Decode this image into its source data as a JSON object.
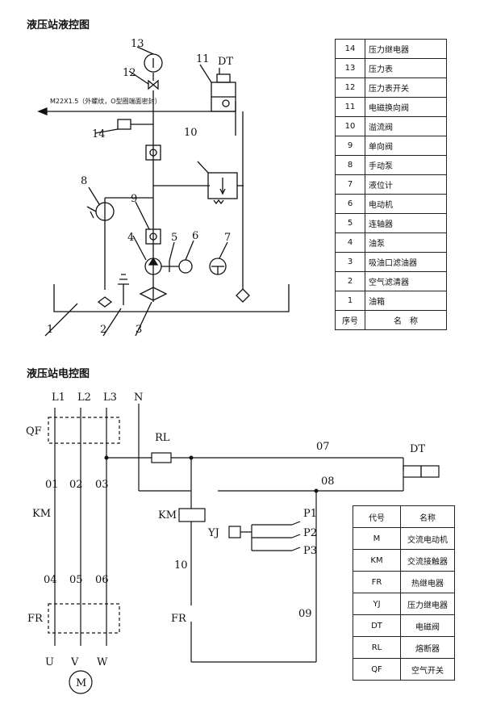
{
  "hydraulic": {
    "title": "液压站液控图",
    "port_label": "M22X1.5（外螺纹，O型圈端面密封）",
    "dt_label": "DT",
    "callouts": [
      "1",
      "2",
      "3",
      "4",
      "5",
      "6",
      "7",
      "8",
      "9",
      "10",
      "11",
      "12",
      "13",
      "14"
    ],
    "legend": {
      "rows": [
        {
          "no": "14",
          "name": "压力继电器"
        },
        {
          "no": "13",
          "name": "压力表"
        },
        {
          "no": "12",
          "name": "压力表开关"
        },
        {
          "no": "11",
          "name": "电磁换向阀"
        },
        {
          "no": "10",
          "name": "溢流阀"
        },
        {
          "no": "9",
          "name": "单向阀"
        },
        {
          "no": "8",
          "name": "手动泵"
        },
        {
          "no": "7",
          "name": "液位计"
        },
        {
          "no": "6",
          "name": "电动机"
        },
        {
          "no": "5",
          "name": "连轴器"
        },
        {
          "no": "4",
          "name": "油泵"
        },
        {
          "no": "3",
          "name": "吸油口滤油器"
        },
        {
          "no": "2",
          "name": "空气滤清器"
        },
        {
          "no": "1",
          "name": "油箱"
        }
      ],
      "footer": {
        "no": "序号",
        "name": "名　称"
      }
    }
  },
  "electrical": {
    "title": "液压站电控图",
    "labels": {
      "L1": "L1",
      "L2": "L2",
      "L3": "L3",
      "N": "N",
      "QF": "QF",
      "KM_left": "KM",
      "FR_left": "FR",
      "w01": "01",
      "w02": "02",
      "w03": "03",
      "w04": "04",
      "w05": "05",
      "w06": "06",
      "U": "U",
      "V": "V",
      "W": "W",
      "RL": "RL",
      "w07": "07",
      "w08": "08",
      "DT": "DT",
      "KM_coil": "KM",
      "YJ": "YJ",
      "P1": "P1",
      "P2": "P2",
      "P3": "P3",
      "w10": "10",
      "FR_contact": "FR",
      "w09": "09",
      "motor": "M"
    },
    "code_table": {
      "header": {
        "code": "代号",
        "name": "名称"
      },
      "rows": [
        {
          "code": "M",
          "name": "交流电动机"
        },
        {
          "code": "KM",
          "name": "交流接触器"
        },
        {
          "code": "FR",
          "name": "热继电器"
        },
        {
          "code": "YJ",
          "name": "压力继电器"
        },
        {
          "code": "DT",
          "name": "电磁阀"
        },
        {
          "code": "RL",
          "name": "熔断器"
        },
        {
          "code": "QF",
          "name": "空气开关"
        }
      ]
    }
  }
}
